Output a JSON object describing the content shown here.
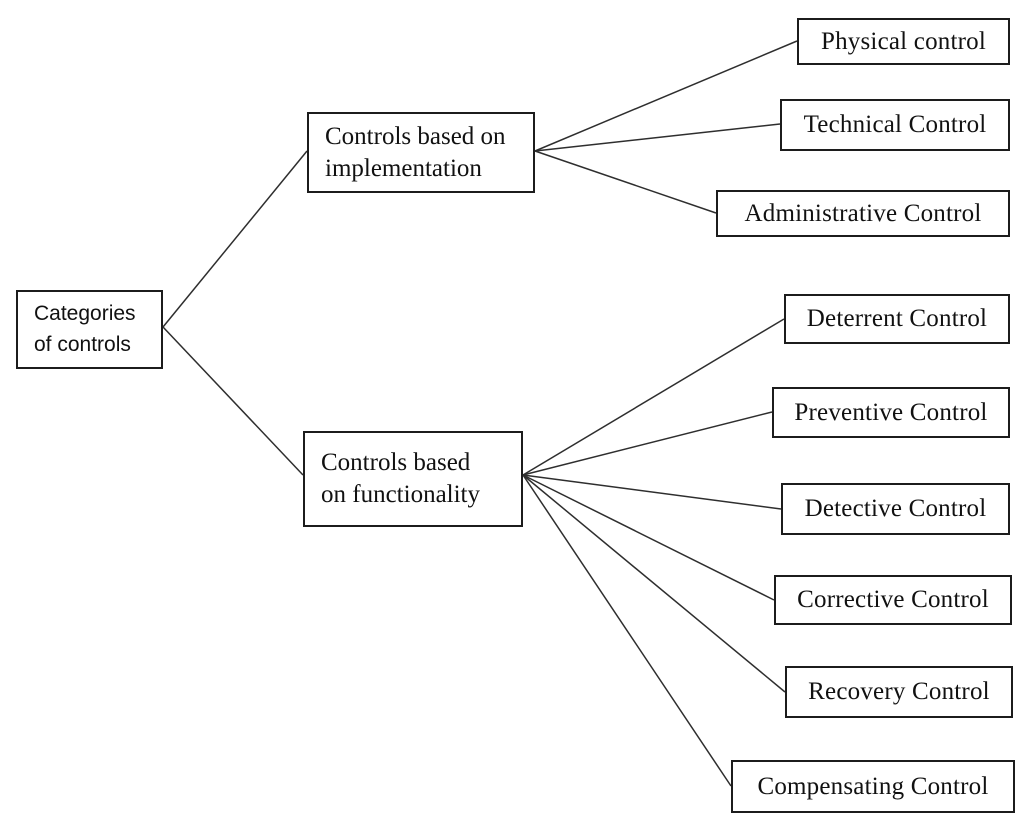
{
  "diagram": {
    "root": {
      "label": "Categories of controls",
      "lines": [
        "Categories",
        "of controls"
      ]
    },
    "branches": [
      {
        "label": "Controls based on implementation",
        "lines": [
          "Controls based on",
          "implementation"
        ],
        "children": [
          {
            "label": "Physical control"
          },
          {
            "label": "Technical Control"
          },
          {
            "label": "Administrative Control"
          }
        ]
      },
      {
        "label": "Controls based on functionality",
        "lines": [
          "Controls based",
          "on functionality"
        ],
        "children": [
          {
            "label": "Deterrent Control"
          },
          {
            "label": "Preventive Control"
          },
          {
            "label": "Detective Control"
          },
          {
            "label": "Corrective Control"
          },
          {
            "label": "Recovery Control"
          },
          {
            "label": "Compensating Control"
          }
        ]
      }
    ],
    "colors": {
      "background": "#ffffff",
      "box_border": "#1c1c1c",
      "line": "#2e2e2e",
      "text": "#111111"
    }
  }
}
